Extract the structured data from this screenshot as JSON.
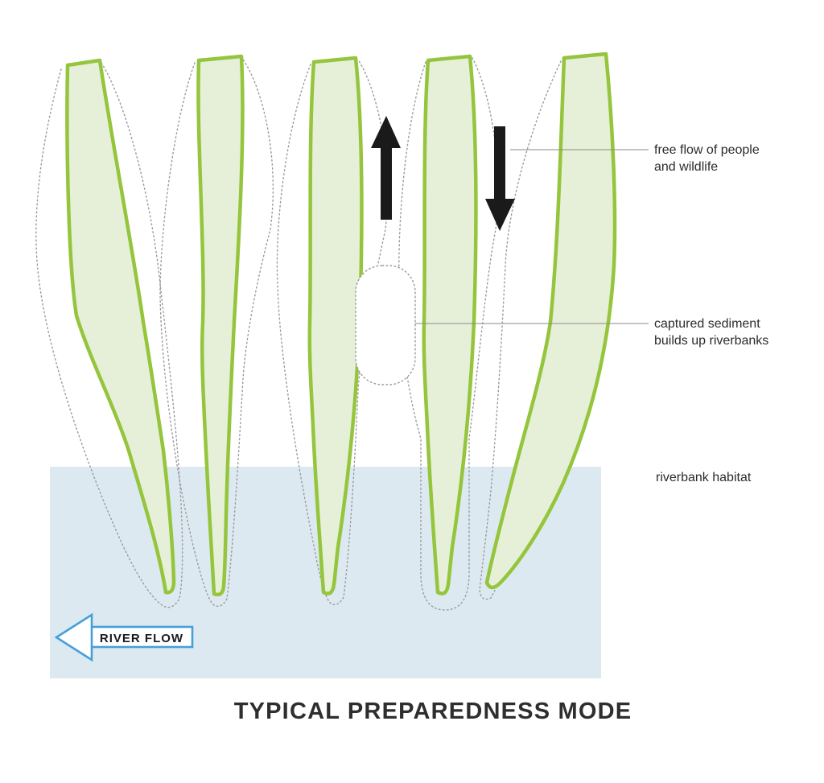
{
  "diagram": {
    "title": "TYPICAL PREPAREDNESS MODE",
    "river_flow_label": "RIVER FLOW",
    "blade_count": 5,
    "annotations": {
      "free_flow": {
        "line1": "free flow of people",
        "line2": "and wildlife"
      },
      "sediment": {
        "line1": "captured sediment",
        "line2": "builds up riverbanks"
      },
      "habitat": {
        "line1": "riverbank habitat"
      }
    },
    "colors": {
      "blade_fill": "#e6f0d9",
      "blade_stroke": "#94c53c",
      "river_band": "#dde9f0",
      "arrow_black": "#1a1a1a",
      "river_arrow_blue": "#45a0d8",
      "dotted_gray": "#9a9a9a"
    }
  }
}
